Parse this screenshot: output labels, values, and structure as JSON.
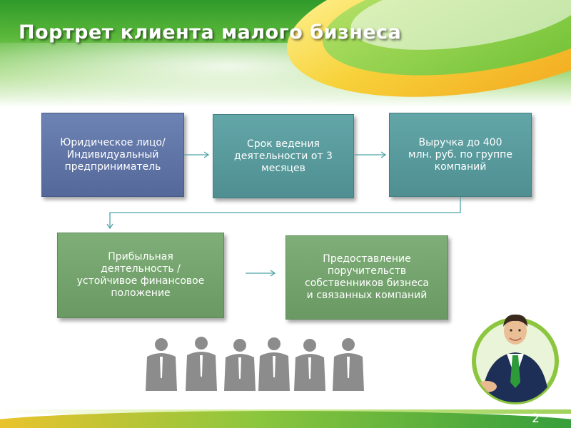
{
  "slide": {
    "title": "Портрет клиента малого бизнеса",
    "page_number": "2"
  },
  "boxes": [
    {
      "text": "Юридическое лицо/\nИндивидуальный\nпредприниматель",
      "color": "#5f74a6"
    },
    {
      "text": "Срок ведения\nдеятельности от 3\nмесяцев",
      "color": "#589b9d"
    },
    {
      "text": "Выручка до 400\nмлн. руб. по группе\nкомпаний",
      "color": "#589b9d"
    },
    {
      "text": "Прибыльная\nдеятельность /\nустойчивое финансовое\nположение",
      "color": "#74a46d"
    },
    {
      "text": "Предоставление\nпоручительств\nсобственников бизнеса\nи связанных компаний",
      "color": "#74a46d"
    }
  ],
  "theme": {
    "header_green": "#3aa12f",
    "accent_yellow": "#f7d23b",
    "silhouette_gray": "#8c8c8c",
    "connector_color": "#4fa3a6"
  },
  "images": {
    "crowd": "business-people-silhouettes",
    "portrait": "businessman-offering-handshake"
  }
}
